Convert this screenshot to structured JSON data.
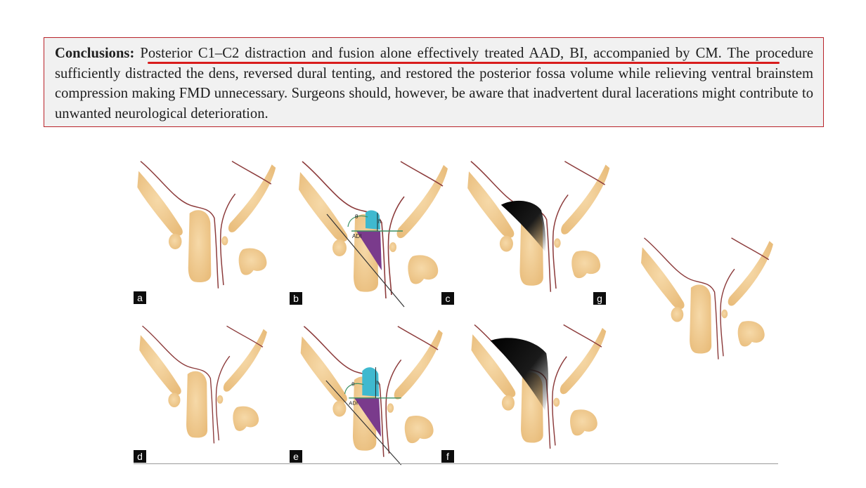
{
  "conclusion": {
    "label": "Conclusions:",
    "text": "Posterior C1–C2 distraction and fusion alone effectively treated AAD, BI, accompanied by CM. The procedure sufficiently distracted the dens, reversed dural tenting, and restored the posterior fossa volume while relieving ventral brainstem compression making FMD unnecessary. Surgeons should, however, be aware that inadvertent dural lacerations might contribute to unwanted neurological deterioration."
  },
  "figure": {
    "panel_labels": {
      "a": "a",
      "b": "b",
      "c": "c",
      "d": "d",
      "e": "e",
      "f": "f",
      "g": "g"
    },
    "annotations": {
      "angle": "θ",
      "height": "h",
      "adi": "ADI"
    }
  },
  "colors": {
    "border": "#b8232a",
    "underline": "#d81c1c",
    "bone": "#f0c98f",
    "outline": "#8c3b3b",
    "cyan": "#3fb9cf",
    "purple": "#7a3b8c",
    "green": "#3a8f63"
  }
}
